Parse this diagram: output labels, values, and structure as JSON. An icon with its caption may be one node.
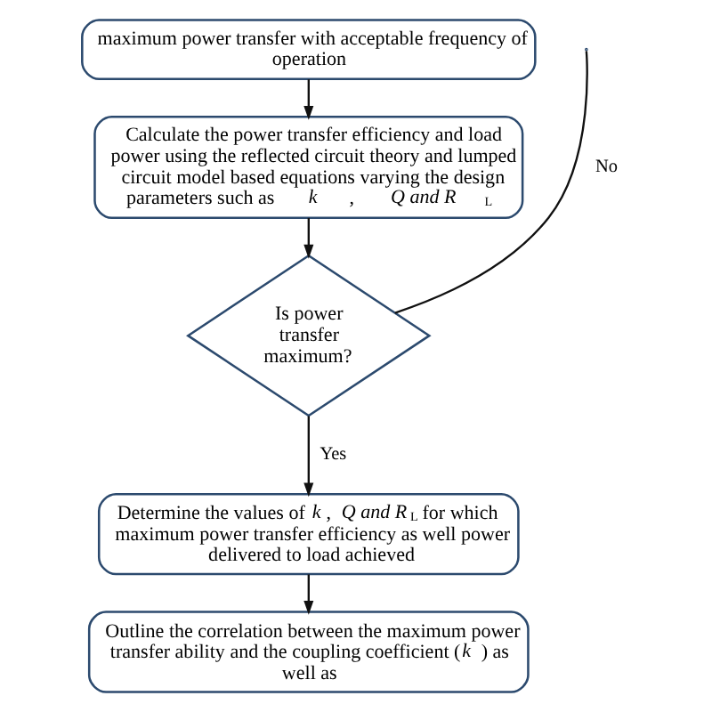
{
  "diagram": {
    "nodes": [
      {
        "text": [
          "maximum power transfer with acceptable frequency of operation"
        ]
      },
      {
        "text": [
          "Calculate the power transfer efficiency and load power using the reflected circuit theory and lumped circuit model based equations varying the design parameters such as *k*, *Q and R*$_{L}$"
        ]
      },
      {
        "text": [
          "Is power transfer maximum?"
        ]
      },
      {
        "text": [
          "Determine the values of *k*, *Q and R*$_{L}$ for which maximum power transfer efficiency as well power delivered to load achieved"
        ]
      },
      {
        "text": [
          "Outline the correlation between the maximum power transfer ability and the coupling coefficient (*k*) as well as"
        ]
      }
    ],
    "edges": [
      {
        "from": 0,
        "to": 1,
        "arrow": "to"
      },
      {
        "from": 1,
        "to": 2,
        "arrow": "to"
      },
      {
        "from": 2,
        "to": null,
        "arrow": "none",
        "label": "No"
      },
      {
        "from": 2,
        "to": 3,
        "arrow": "to",
        "label": "Yes"
      },
      {
        "from": 3,
        "to": 4,
        "arrow": "to"
      }
    ]
  }
}
